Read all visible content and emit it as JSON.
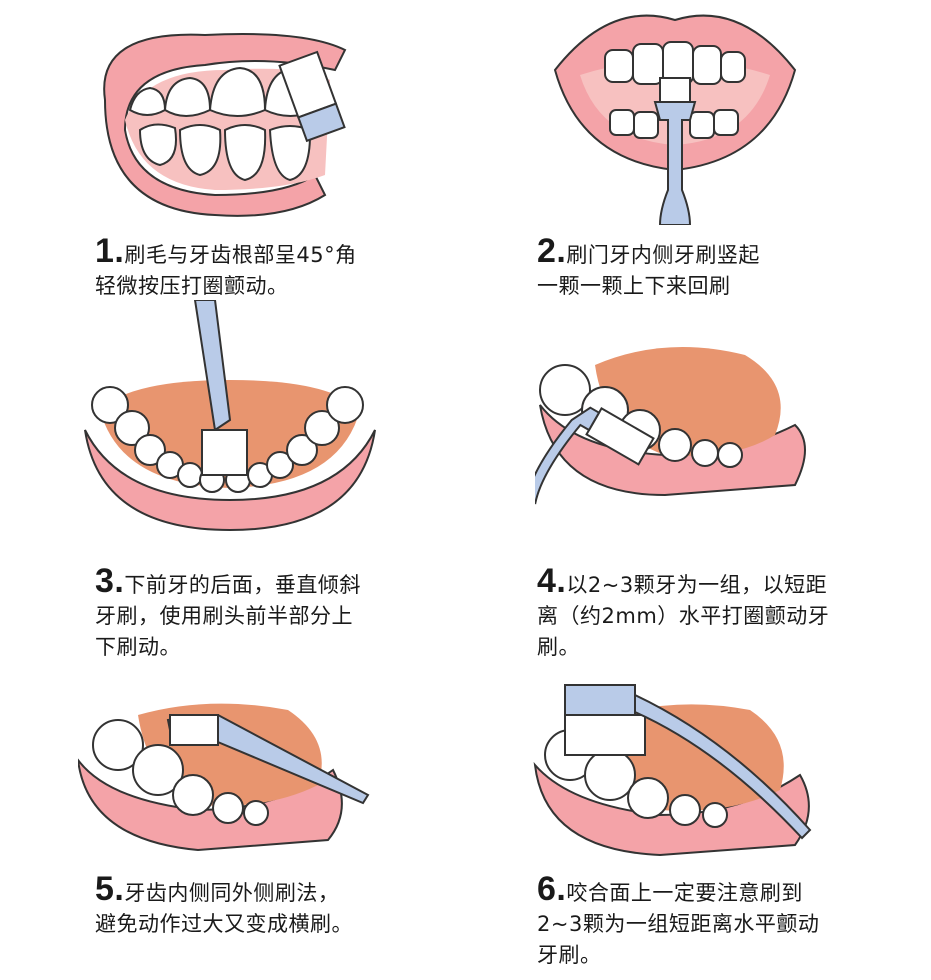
{
  "steps": [
    {
      "number": "1.",
      "lines": [
        "刷毛与牙齿根部呈45°角",
        "轻微按压打圈颤动。"
      ]
    },
    {
      "number": "2.",
      "lines": [
        "刷门牙内侧牙刷竖起",
        "一颗一颗上下来回刷"
      ]
    },
    {
      "number": "3.",
      "lines": [
        "下前牙的后面，垂直倾斜",
        "牙刷，使用刷头前半部分上",
        "下刷动。"
      ]
    },
    {
      "number": "4.",
      "lines": [
        "以2~3颗牙为一组，以短距",
        "离（约2mm）水平打圈颤动牙",
        "刷。"
      ]
    },
    {
      "number": "5.",
      "lines": [
        "牙齿内侧同外侧刷法，",
        "避免动作过大又变成横刷。"
      ]
    },
    {
      "number": "6.",
      "lines": [
        "咬合面上一定要注意刷到",
        "2~3颗为一组短距离水平颤动",
        "牙刷。"
      ]
    }
  ],
  "colors": {
    "lip": "#f4a3a8",
    "gum": "#f7c1c0",
    "tongue": "#e8956f",
    "brush": "#b9cbe8",
    "tooth": "#ffffff",
    "outline": "#333333"
  }
}
